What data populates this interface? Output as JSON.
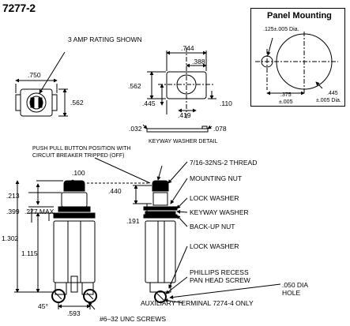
{
  "part_number": "7277-2",
  "panel": {
    "title": "Panel Mounting",
    "small_hole_dim": ".125±.005 Dia.",
    "center_spacing": ".375",
    "center_spacing_tol": "±.005",
    "large_hole_dim": ".445",
    "large_hole_tol": "±.005 Dia."
  },
  "top": {
    "rating_note": "3 AMP RATING SHOWN",
    "front": {
      "width": ".750",
      "height": ".562"
    },
    "side": {
      "width": ".744",
      "half_width": ".388",
      "height": ".562",
      "lower": ".445",
      "center": ".419",
      "right": ".110"
    },
    "washer": {
      "left": ".032",
      "right": ".078",
      "caption": "KEYWAY WASHER DETAIL"
    }
  },
  "bottom": {
    "button_note_line1": "PUSH PULL BUTTON POSITION WITH",
    "button_note_line2": "CIRCUIT BREAKER TRIPPED (OFF)",
    "dims": {
      "button_width": ".100",
      "top_height": ".213",
      "collar": ".399",
      "max_width": ".277 MAX",
      "overall": "1.302",
      "body": "1.115",
      "angle": "45°",
      "base": ".593",
      "side_button": ".440",
      "side_offset": ".191"
    },
    "callouts": [
      "7/16-32NS-2 THREAD",
      "MOUNTING NUT",
      "LOCK WASHER",
      "KEYWAY WASHER",
      "BACK-UP NUT",
      "LOCK WASHER",
      "PHILLIPS RECESS",
      "PAN HEAD SCREW",
      ".050 DIA",
      "HOLE",
      "AUXILIARY TERMINAL 7274-4 ONLY"
    ],
    "screws_note": "#6–32 UNC SCREWS"
  }
}
